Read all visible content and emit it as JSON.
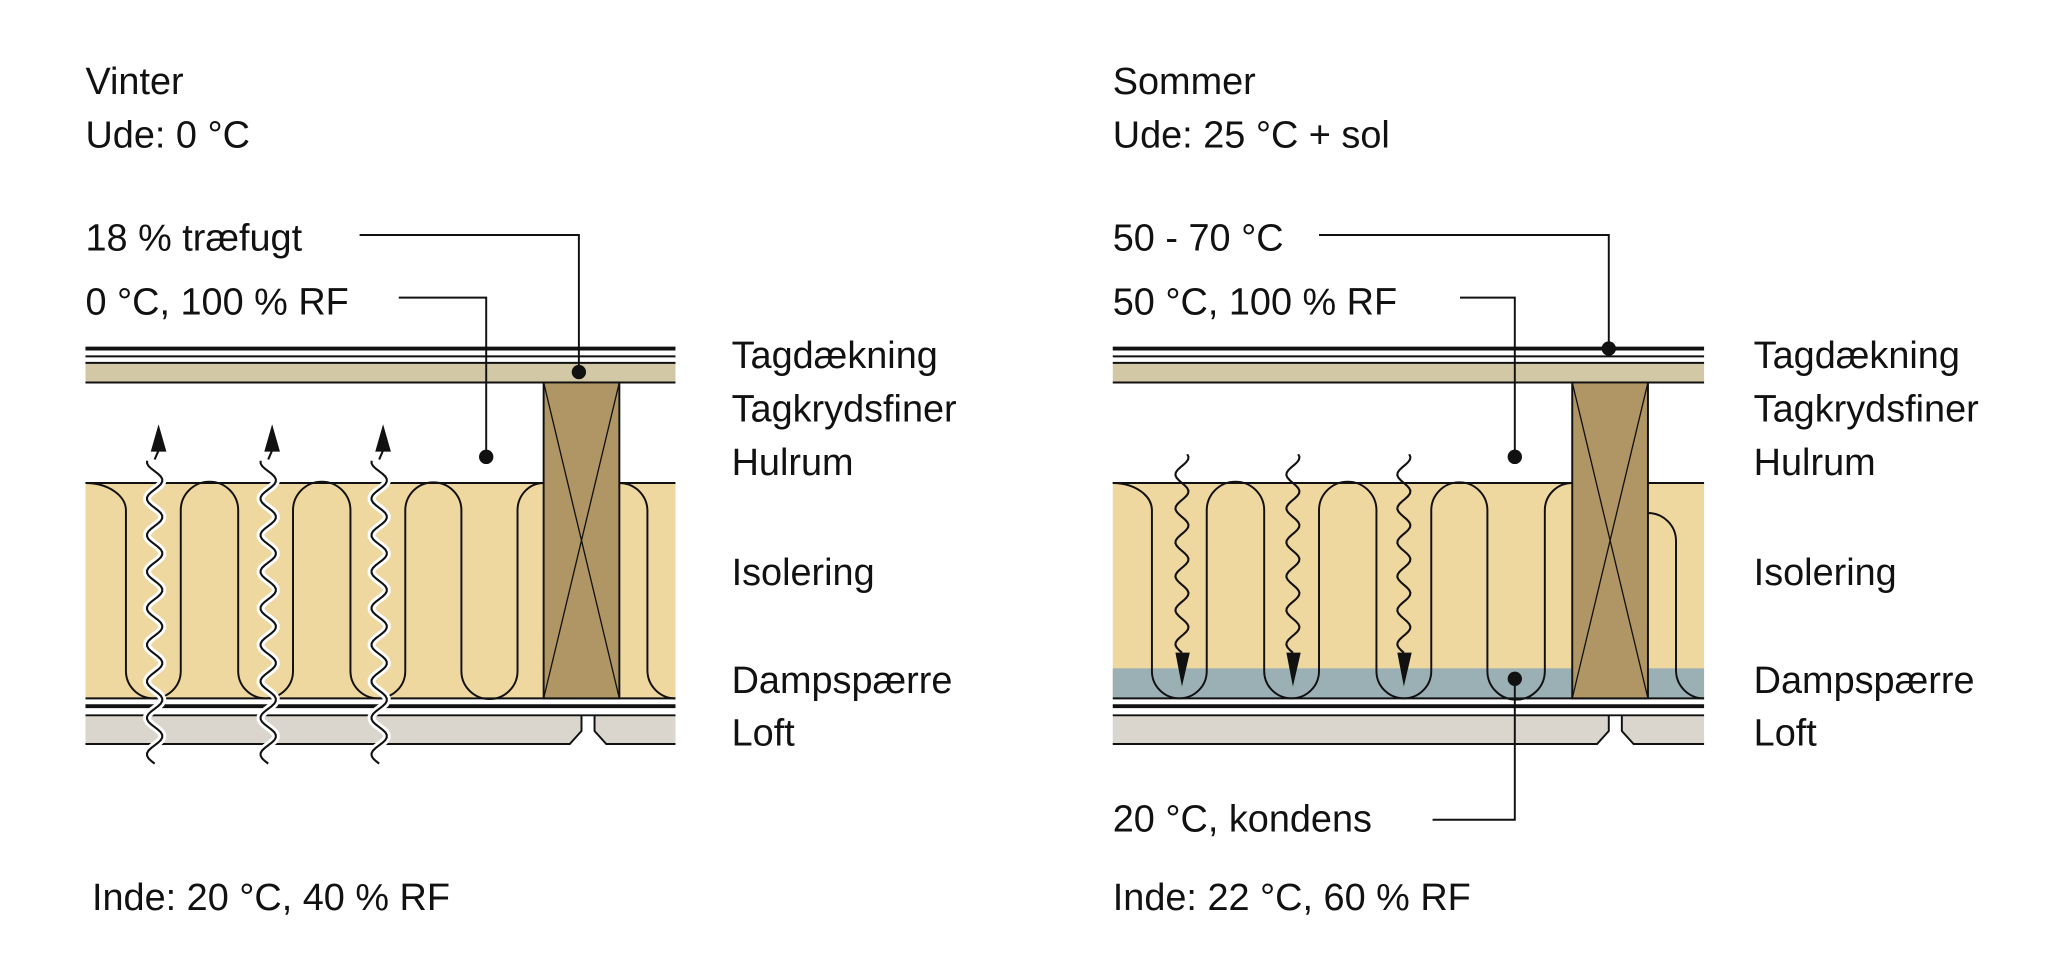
{
  "colors": {
    "roof_board": "#d3c8a6",
    "insulation": "#efd7a0",
    "stud": "#b09565",
    "ceiling": "#dad6cd",
    "condensation": "#9bb0b5",
    "line": "#111111"
  },
  "winter": {
    "title": "Vinter",
    "outside": "Ude: 0 °C",
    "callout_wood": "18 % træfugt",
    "callout_cavity": "0 °C, 100 % RF",
    "inside": "Inde: 20 °C, 40 % RF",
    "vapor_direction": "up"
  },
  "summer": {
    "title": "Sommer",
    "outside": "Ude: 25 °C + sol",
    "callout_roof": "50 - 70 °C",
    "callout_cavity": "50 °C, 100 % RF",
    "callout_condensation": "20 °C, kondens",
    "inside": "Inde: 22 °C, 60 % RF",
    "vapor_direction": "down"
  },
  "layers": [
    "Tagdækning",
    "Tagkrydsfiner",
    "Hulrum",
    "Isolering",
    "Dampspærre",
    "Loft"
  ]
}
